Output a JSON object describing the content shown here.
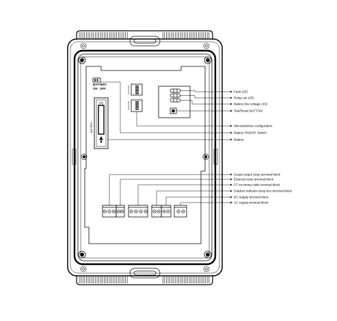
{
  "battery_switch": {
    "title": "BATTERY",
    "on": "ON",
    "off": "OFF"
  },
  "battery_pack_text": "BATTERY",
  "callouts": [
    {
      "id": "fault-led",
      "label": "Fault LED"
    },
    {
      "id": "relay-out-led",
      "label": "Relay out LED"
    },
    {
      "id": "battery-low-voltage-led",
      "label": "Battery low voltage  LED"
    },
    {
      "id": "test-reset-button",
      "label": "Test/Reset BUTTON"
    },
    {
      "id": "microswitches-configuration",
      "label": "Microswitches configuration"
    },
    {
      "id": "battery-on-off-switch",
      "label": "Battery ON/OFF Switch"
    },
    {
      "id": "battery",
      "label": "Battery"
    },
    {
      "id": "scada-output-relay-terminal-block",
      "label": "Scada output relay terminal block"
    },
    {
      "id": "external-reset-terminal-block",
      "label": "External reset terminal block"
    },
    {
      "id": "ct-incoming-cable-terminal-block",
      "label": "CT incoming cable terminal block"
    },
    {
      "id": "outdoor-indicator-lamp-box-terminal-block",
      "label": "Outdoor indicator lamp box terminal block"
    },
    {
      "id": "dc-supply-terminal-block",
      "label": "DC supply terminal block"
    },
    {
      "id": "ac-supply-terminal-block",
      "label": "AC supply terminal block"
    }
  ]
}
